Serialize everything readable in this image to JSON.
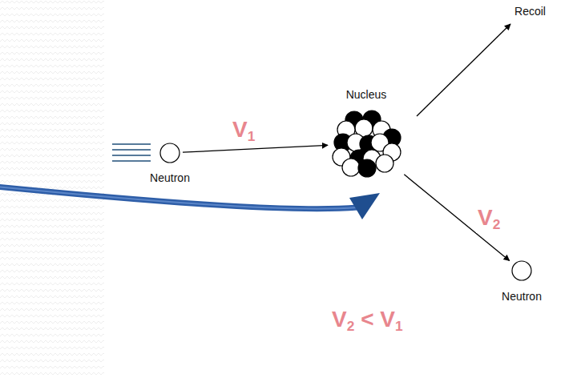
{
  "diagram": {
    "nodes": [
      {
        "text": [
          "Neutron"
        ]
      },
      {
        "text": [
          "Nucleus"
        ]
      },
      {
        "text": [
          "Neutron"
        ]
      }
    ],
    "edges": [
      {
        "from": 0,
        "to": 1,
        "arrow": "to",
        "label": "V1"
      },
      {
        "from": 1,
        "to": 2,
        "arrow": "to",
        "label": "V2"
      }
    ],
    "labels": [
      "Recoil",
      "V2 < V1"
    ]
  }
}
